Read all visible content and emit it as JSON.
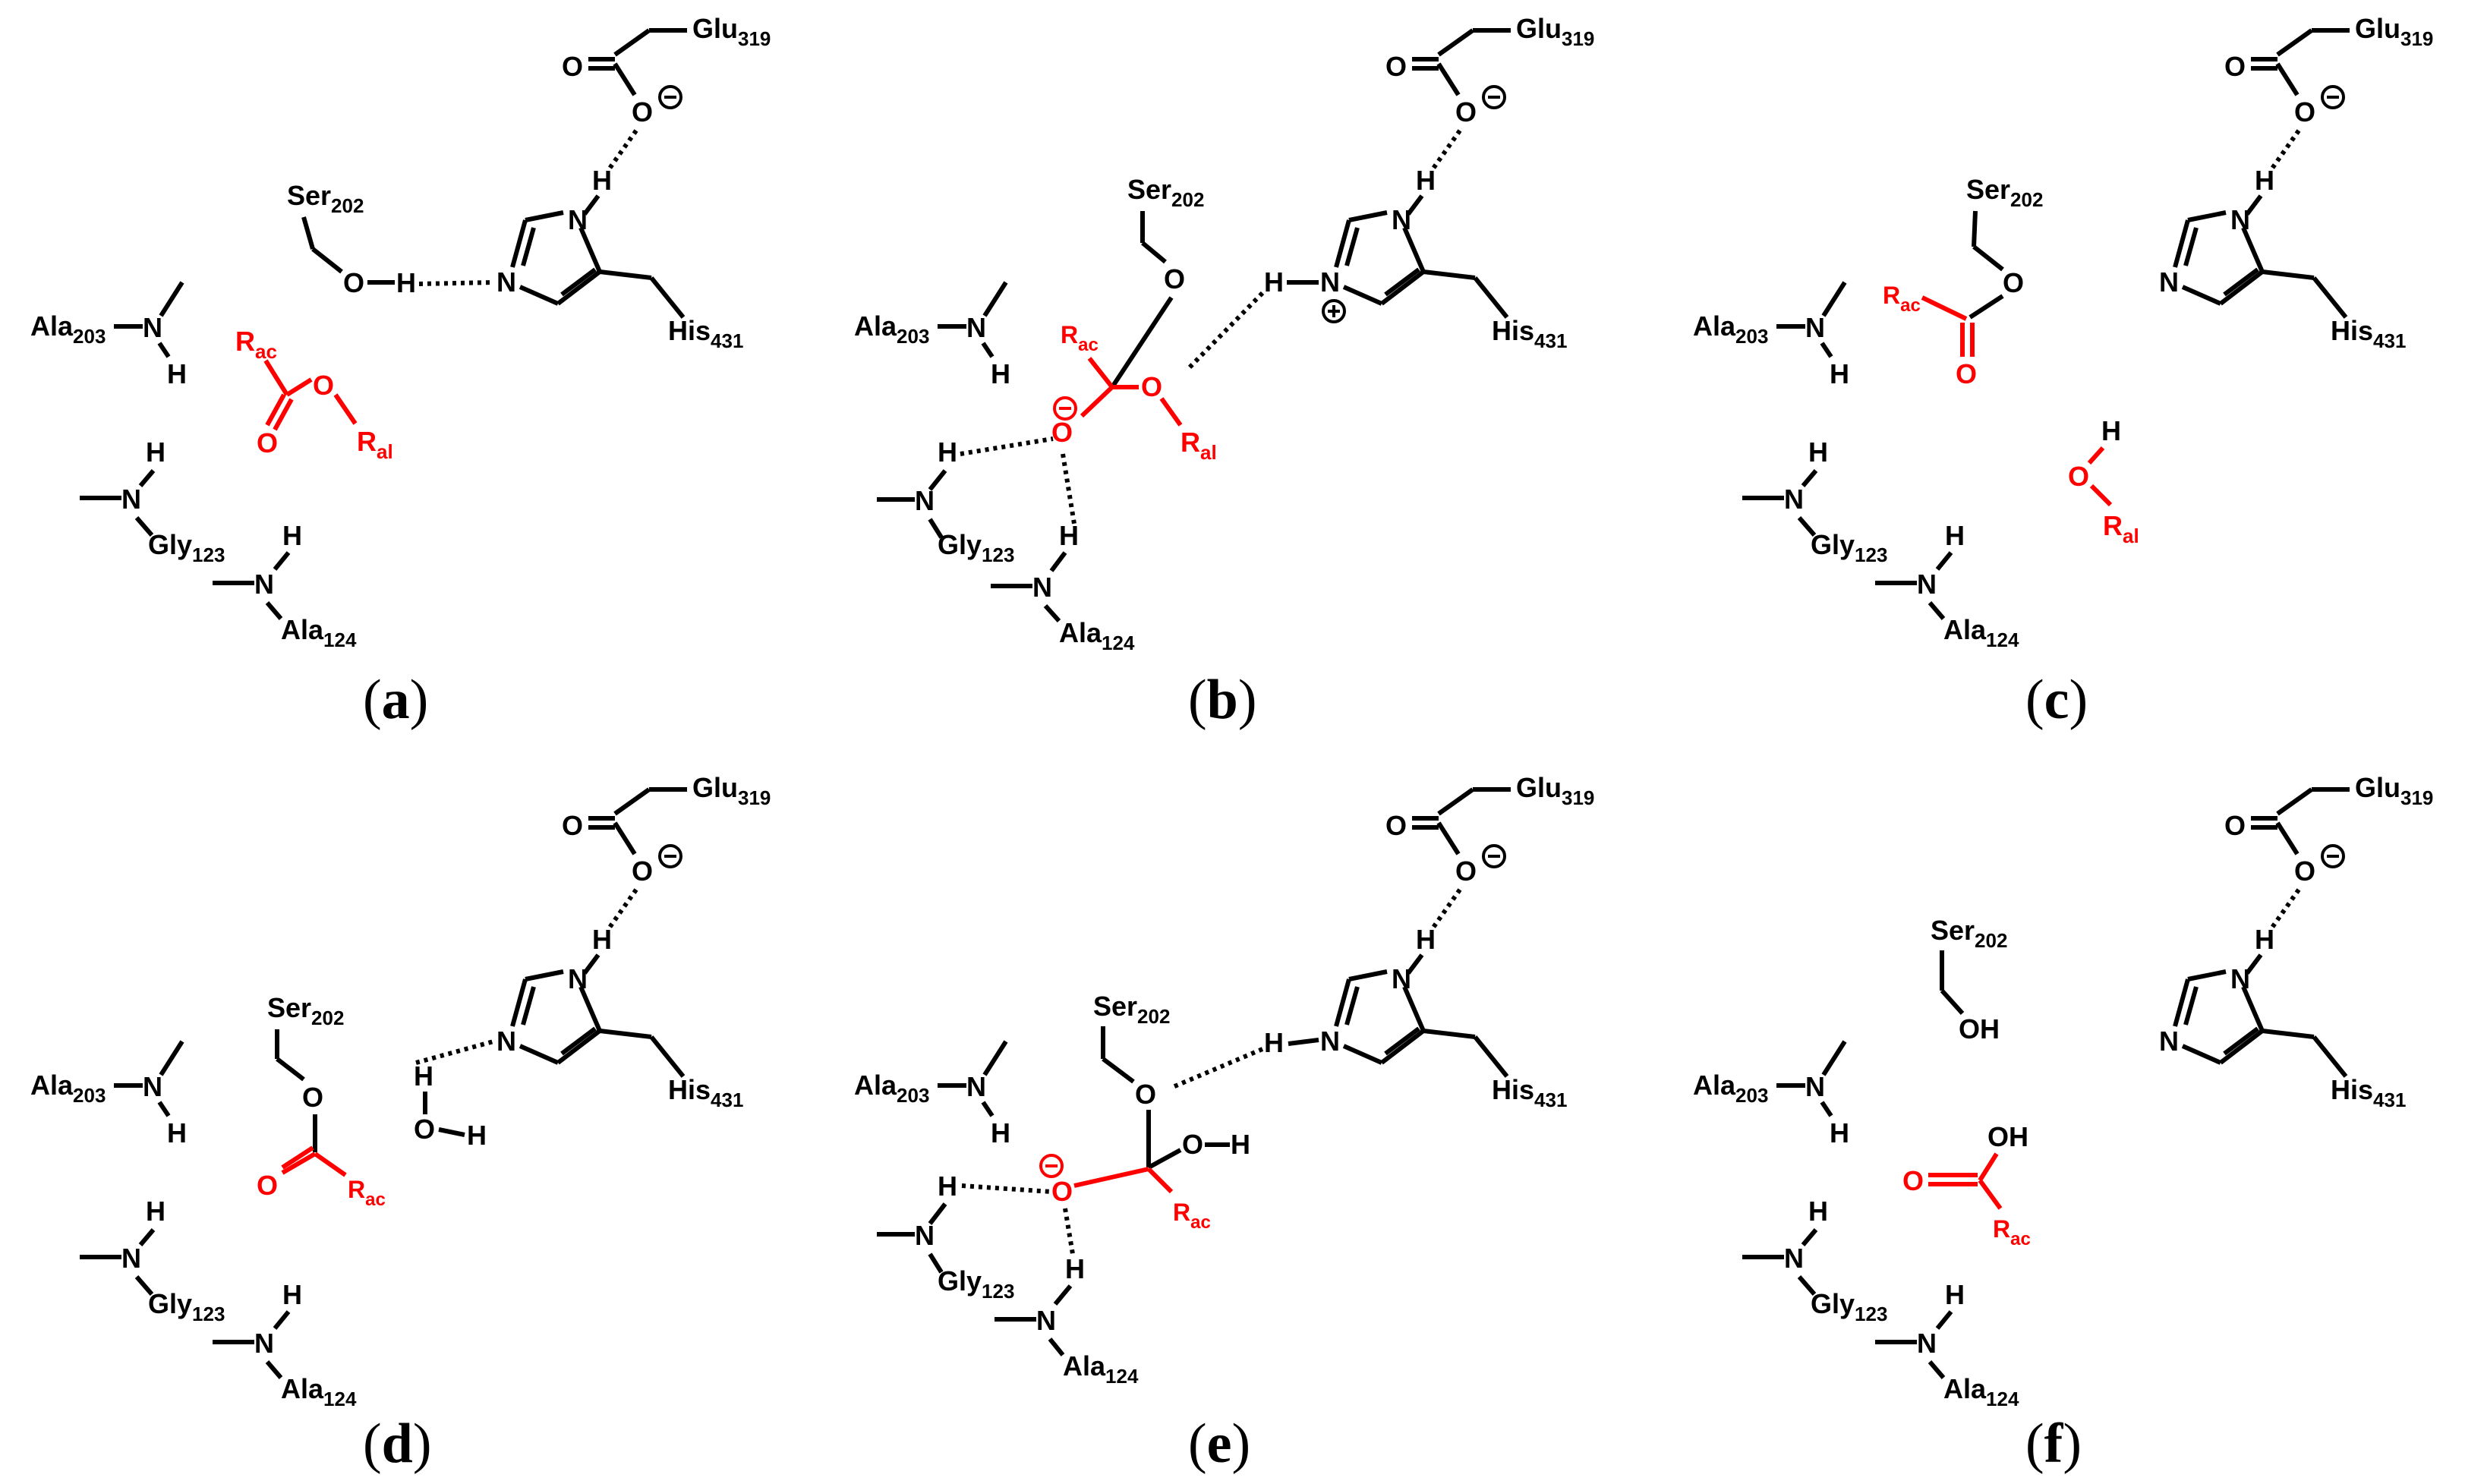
{
  "colors": {
    "black": "#000000",
    "red": "#ff0000"
  },
  "panels": [
    {
      "caption_open": "(",
      "caption_letter": "a",
      "caption_close": ")",
      "labels": {
        "glu": "Glu",
        "glu_sub": "319",
        "ser": "Ser",
        "ser_sub": "202",
        "his": "His",
        "his_sub": "431",
        "ala203": "Ala",
        "ala203_sub": "203",
        "gly": "Gly",
        "gly_sub": "123",
        "ala124": "Ala",
        "ala124_sub": "124",
        "rac": "R",
        "rac_sub": "ac",
        "ral": "R",
        "ral_sub": "al"
      }
    },
    {
      "caption_open": "(",
      "caption_letter": "b",
      "caption_close": ")"
    },
    {
      "caption_open": "(",
      "caption_letter": "c",
      "caption_close": ")"
    },
    {
      "caption_open": "(",
      "caption_letter": "d",
      "caption_close": ")"
    },
    {
      "caption_open": "(",
      "caption_letter": "e",
      "caption_close": ")"
    },
    {
      "caption_open": "(",
      "caption_letter": "f",
      "caption_close": ")"
    }
  ],
  "atoms": {
    "O": "O",
    "N": "N",
    "H": "H",
    "OH": "OH",
    "minus": "−",
    "plus": "+"
  }
}
